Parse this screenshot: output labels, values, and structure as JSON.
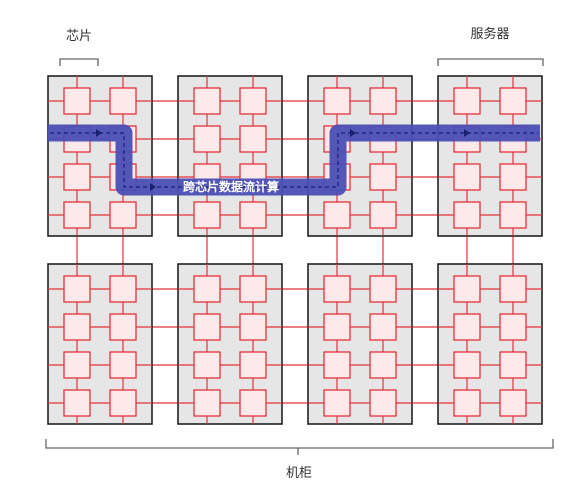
{
  "labels": {
    "chip": "芯片",
    "server": "服务器",
    "cabinet": "机柜",
    "flow": "跨芯片数据流计算"
  },
  "grid": {
    "server_rows": 2,
    "server_cols": 4,
    "core_rows": 4,
    "core_cols": 2
  },
  "colors": {
    "server_fill": "#e6e6e6",
    "server_border": "#222222",
    "core_fill": "#fde8ea",
    "core_border": "#e3323b",
    "link": "#e3323b",
    "flow": "#4a4fb5",
    "flow_dash": "#1c1f6e",
    "bracket": "#666666"
  }
}
